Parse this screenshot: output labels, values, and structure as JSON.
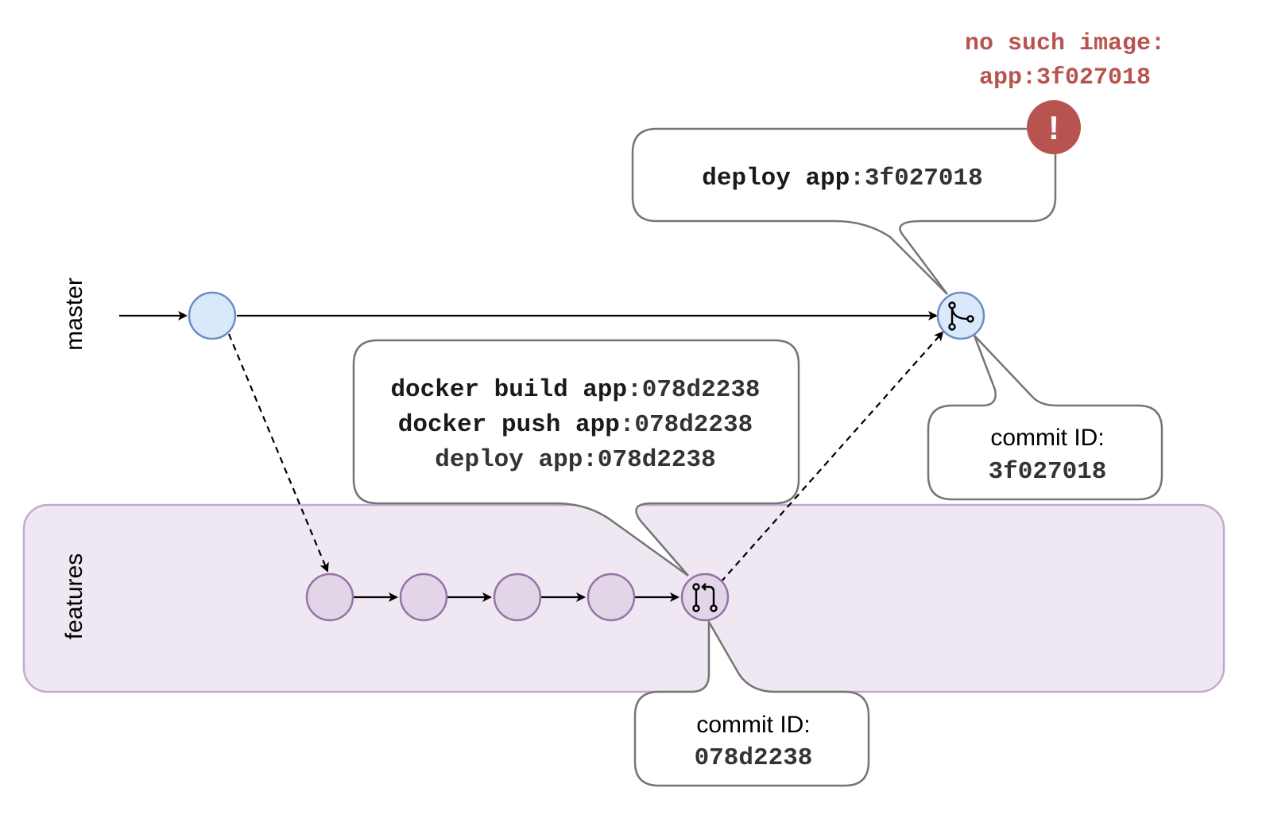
{
  "lanes": {
    "master": "master",
    "features": "features"
  },
  "callouts": {
    "deploy_master": {
      "cmd": "deploy app",
      "tag": ":3f027018"
    },
    "feature_cmds": [
      {
        "cmd": "docker build app",
        "tag": ":078d2238"
      },
      {
        "cmd": "docker push app",
        "tag": ":078d2238"
      },
      {
        "cmd": "deploy app",
        "tag": ":078d2238"
      }
    ],
    "master_commit": {
      "label": "commit ID:",
      "id": "3f027018"
    },
    "feature_commit": {
      "label": "commit ID:",
      "id": "078d2238"
    }
  },
  "error": {
    "line1": "no such image:",
    "line2": "app:3f027018",
    "icon": "exclamation-icon",
    "symbol": "!"
  },
  "icons": {
    "merge": "git-merge-icon",
    "pull_request": "git-pull-request-icon"
  },
  "colors": {
    "master_fill": "#dae8fc",
    "master_stroke": "#6c8ebf",
    "feature_fill": "#e1d5e7",
    "feature_stroke": "#9673a6",
    "lane_fill": "#efe8f2",
    "lane_stroke": "#c3a8d1",
    "error": "#b85450"
  }
}
